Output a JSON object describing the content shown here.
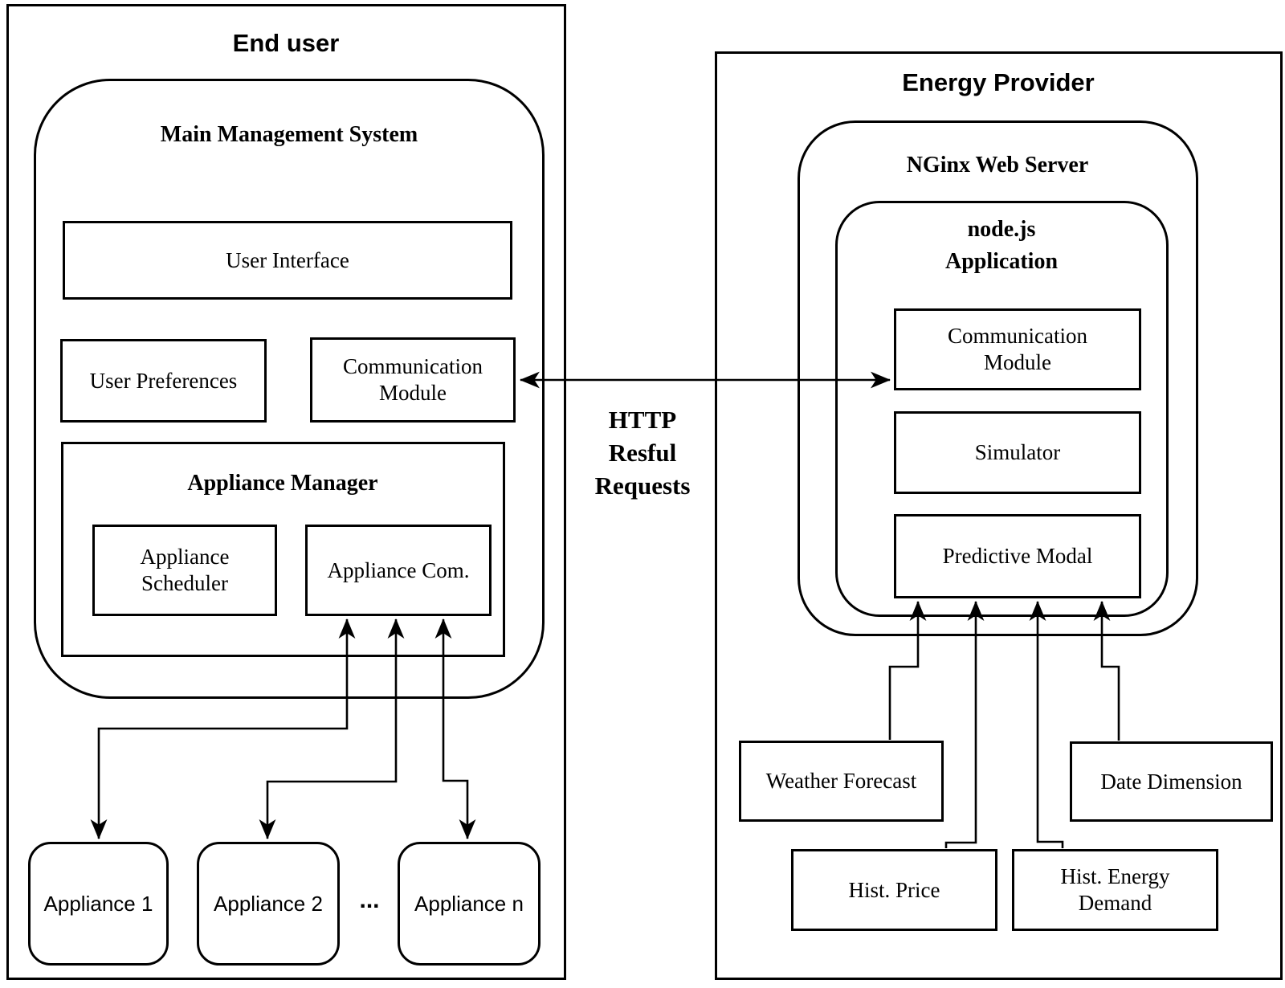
{
  "end_user": {
    "title": "End user",
    "main_management_system": {
      "title": "Main Management System",
      "user_interface": "User Interface",
      "user_preferences": "User Preferences",
      "communication_module": "Communication\nModule",
      "appliance_manager": {
        "title": "Appliance Manager",
        "appliance_scheduler": "Appliance\nScheduler",
        "appliance_com": "Appliance Com."
      }
    },
    "appliances": {
      "appliance_1": "Appliance 1",
      "appliance_2": "Appliance 2",
      "ellipsis": "...",
      "appliance_n": "Appliance n"
    }
  },
  "link": {
    "label": "HTTP\nResful\nRequests"
  },
  "energy_provider": {
    "title": "Energy Provider",
    "nginx_web_server": {
      "title": "NGinx Web Server",
      "nodejs_application": {
        "title": "node.js\nApplication",
        "communication_module": "Communication\nModule",
        "simulator": "Simulator",
        "predictive_modal": "Predictive Modal"
      }
    },
    "data_sources": {
      "weather_forecast": "Weather Forecast",
      "date_dimension": "Date Dimension",
      "hist_price": "Hist. Price",
      "hist_energy_demand": "Hist. Energy\nDemand"
    }
  },
  "colors": {
    "line": "#000000",
    "background": "#ffffff"
  }
}
